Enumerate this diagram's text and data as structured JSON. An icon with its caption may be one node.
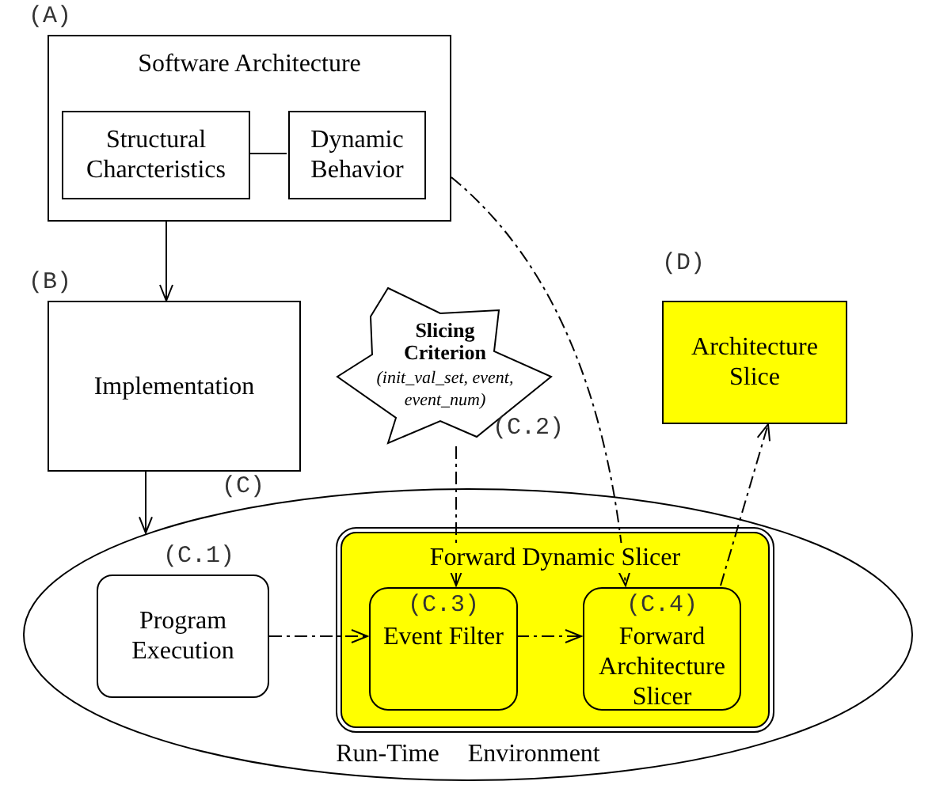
{
  "diagram": {
    "nodes": [
      {
        "text": [
          "Software Architecture"
        ],
        "beside": [
          "(A)"
        ]
      },
      {
        "text": [
          "Structural Charcteristics"
        ],
        "in": 0
      },
      {
        "text": [
          "Dynamic Behavior"
        ],
        "in": 0
      },
      {
        "text": [
          "Implementation"
        ],
        "beside": [
          "(B)"
        ]
      },
      {
        "text": [
          "Slicing Criterion",
          "(init_val_set, event, event_num)"
        ],
        "beside": [
          "(C.2)"
        ]
      },
      {
        "text": [
          "Architecture Slice"
        ],
        "beside": [
          "(D)"
        ]
      },
      {
        "text": [
          "Run-Time Environment"
        ],
        "beside": [
          "(C)"
        ]
      },
      {
        "text": [
          "Program Execution"
        ],
        "in": 6,
        "beside": [
          "(C.1)"
        ]
      },
      {
        "text": [
          "Forward Dynamic Slicer"
        ],
        "in": 6
      },
      {
        "text": [
          "(C.3)",
          "Event Filter"
        ],
        "in": 8
      },
      {
        "text": [
          "(C.4)",
          "Forward Architecture Slicer"
        ],
        "in": 8
      }
    ],
    "edges": [
      {
        "from": 1,
        "to": 2,
        "arrow": "none"
      },
      {
        "from": 0,
        "to": 3,
        "arrow": "to"
      },
      {
        "from": 3,
        "to": 6,
        "arrow": "to"
      },
      {
        "from": 7,
        "to": 9,
        "arrow": "to",
        "style": "dashed"
      },
      {
        "from": 9,
        "to": 10,
        "arrow": "to",
        "style": "dashed"
      },
      {
        "from": 4,
        "to": 9,
        "arrow": "to",
        "style": "dashed"
      },
      {
        "from": 0,
        "to": 10,
        "arrow": "to",
        "style": "dashed"
      },
      {
        "from": 10,
        "to": 5,
        "arrow": "to",
        "style": "dashed"
      }
    ]
  }
}
